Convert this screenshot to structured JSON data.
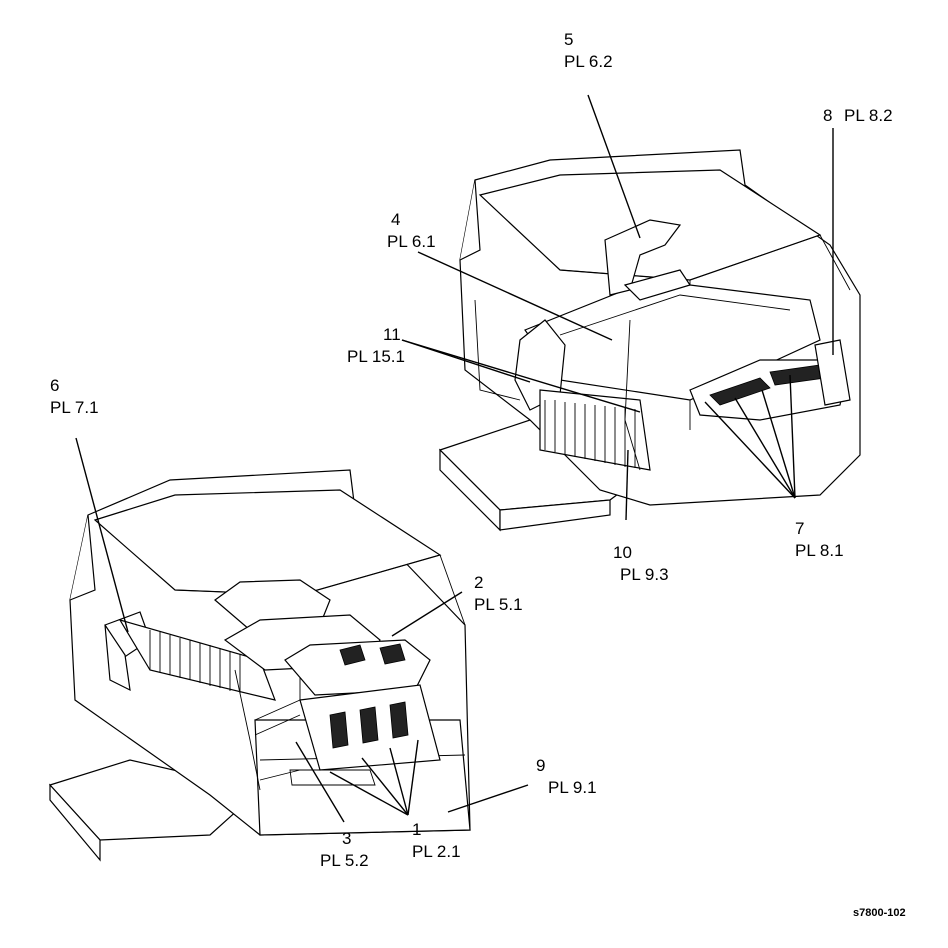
{
  "callouts": [
    {
      "id": "1",
      "ref": "PL 2.1"
    },
    {
      "id": "2",
      "ref": "PL 5.1"
    },
    {
      "id": "3",
      "ref": "PL 5.2"
    },
    {
      "id": "4",
      "ref": "PL 6.1"
    },
    {
      "id": "5",
      "ref": "PL 6.2"
    },
    {
      "id": "6",
      "ref": "PL 7.1"
    },
    {
      "id": "7",
      "ref": "PL 8.1"
    },
    {
      "id": "8",
      "ref": "PL 8.2"
    },
    {
      "id": "9",
      "ref": "PL 9.1"
    },
    {
      "id": "10",
      "ref": "PL 9.3"
    },
    {
      "id": "11",
      "ref": "PL 15.1"
    }
  ],
  "figure_code": "s7800-102"
}
